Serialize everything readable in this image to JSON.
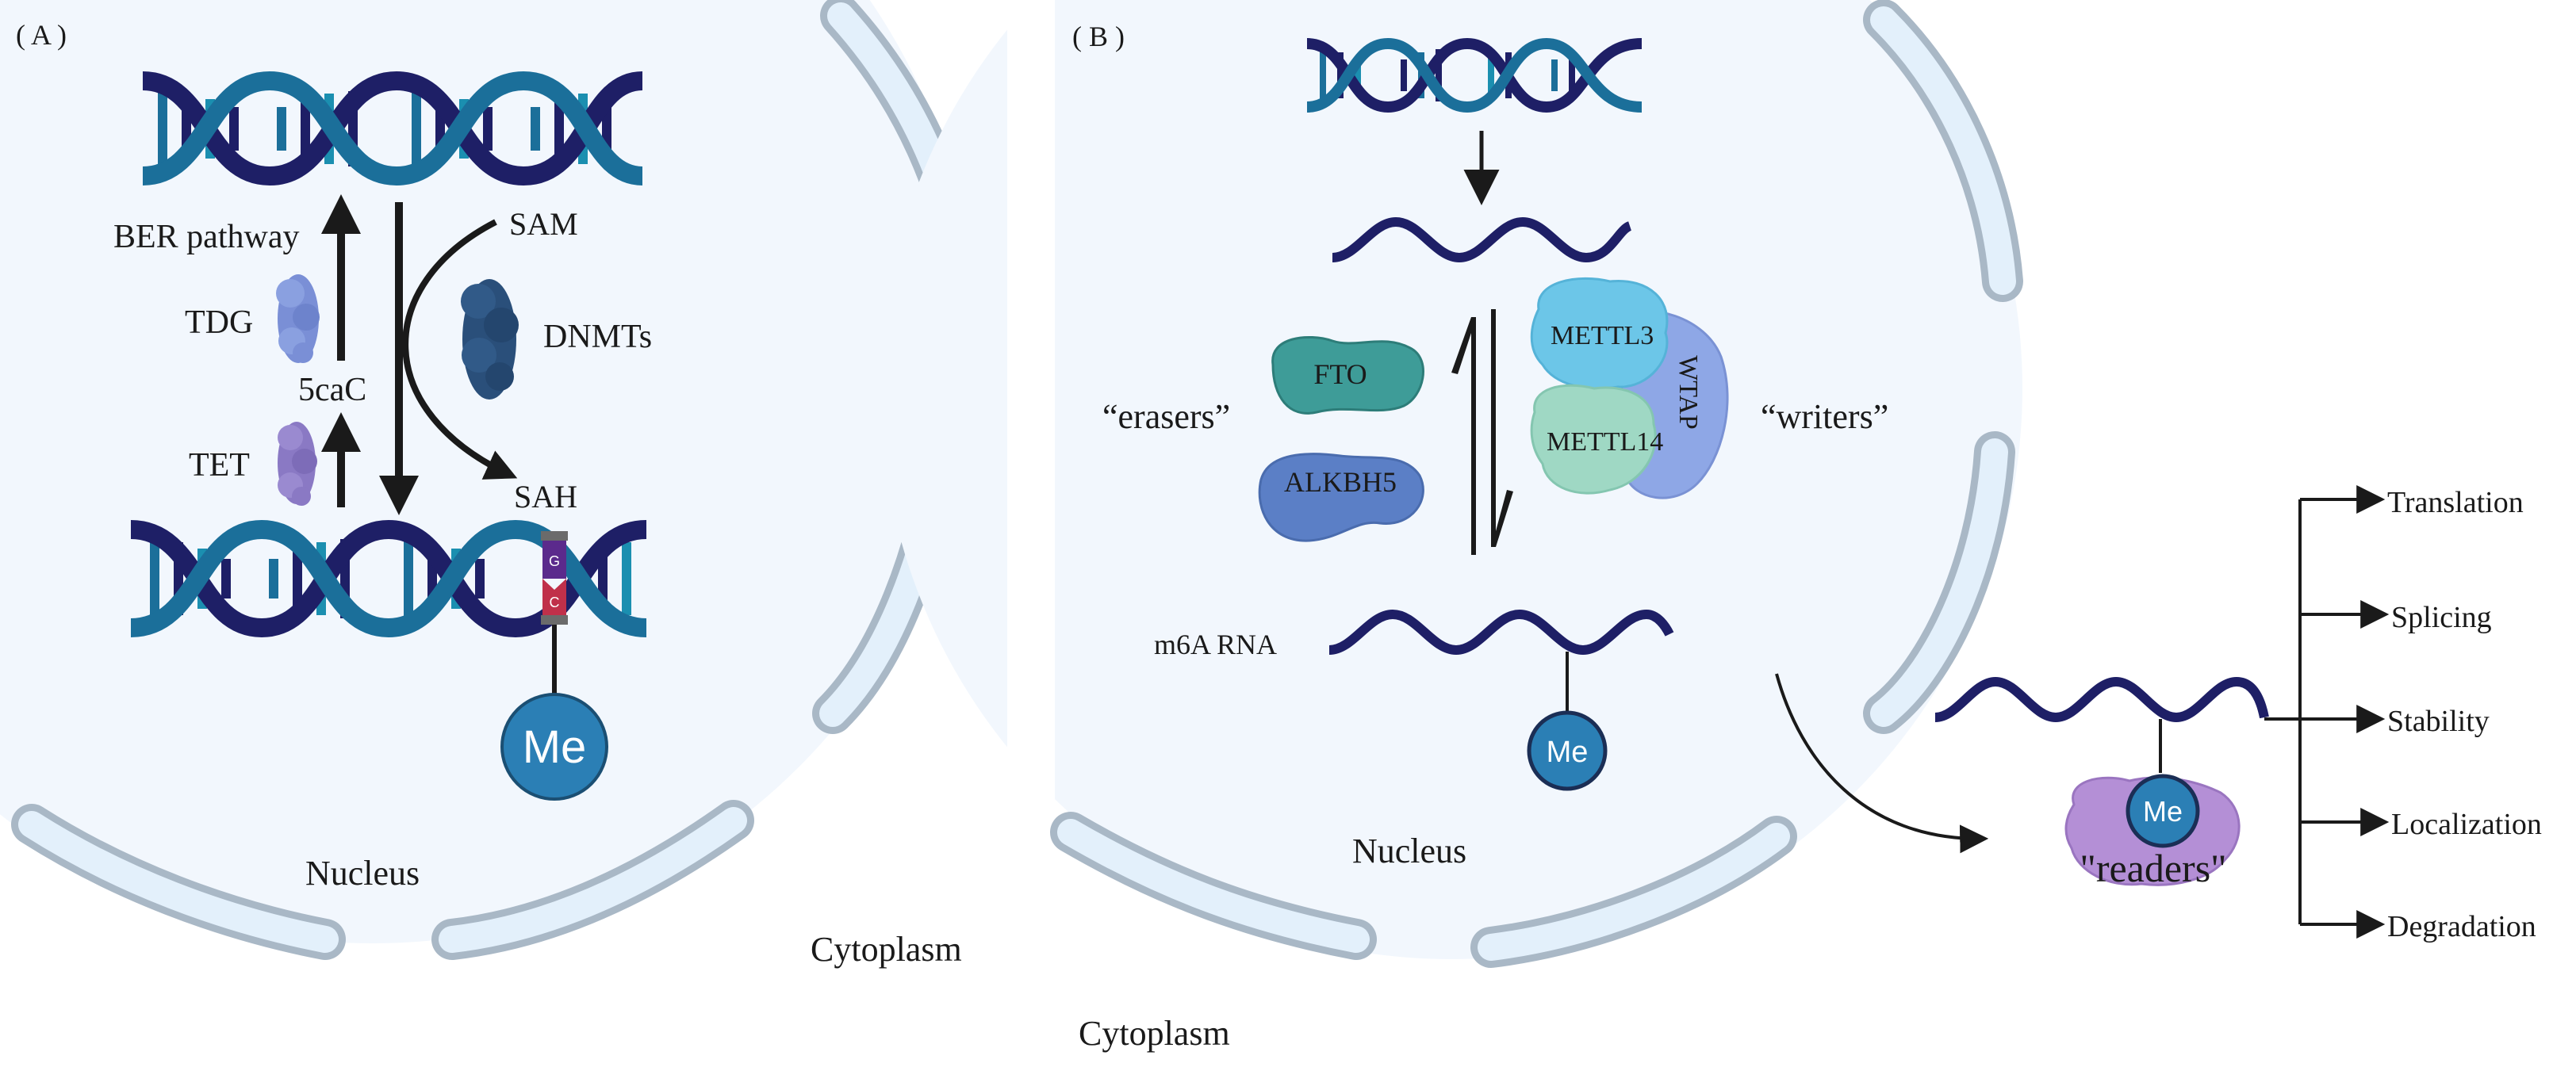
{
  "panel_a": {
    "label": "( A )",
    "ber": "BER pathway",
    "tdg": "TDG",
    "fivecac": "5caC",
    "tet": "TET",
    "sam": "SAM",
    "dnmts": "DNMTs",
    "sah": "SAH",
    "me": "Me",
    "base_g": "G",
    "base_c": "C",
    "nucleus": "Nucleus",
    "cytoplasm": "Cytoplasm"
  },
  "panel_b": {
    "label": "( B )",
    "erasers": "“erasers”",
    "writers": "“writers”",
    "fto": "FTO",
    "alkbh5": "ALKBH5",
    "mettl3": "METTL3",
    "mettl14": "METTL14",
    "wtap": "WTAP",
    "m6a": "m6A RNA",
    "me": "Me",
    "nucleus": "Nucleus",
    "cytoplasm": "Cytoplasm",
    "readers": "\"readers\"",
    "reader_me": "Me",
    "outcomes": [
      "Translation",
      "Splicing",
      "Stability",
      "Localization",
      "Degradation"
    ]
  },
  "colors": {
    "nucleus_fill": "#f2f7fd",
    "er_stroke": "#a9b8c6",
    "er_fill": "#e3f0fb",
    "dna_navy": "#1e1f66",
    "dna_teal": "#1b6f9a",
    "me_blue": "#2b7fb5",
    "reader_purple": "#b48fd6"
  }
}
